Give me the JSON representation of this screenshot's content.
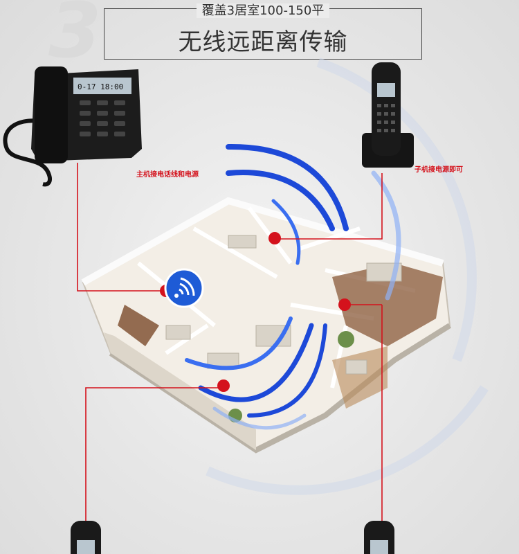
{
  "header": {
    "number": "3",
    "subtitle": "覆盖3居室100-150平",
    "title": "无线远距离传输"
  },
  "labels": {
    "base_phone": "主机接电话线和电源",
    "handset": "子机接电源即可"
  },
  "phone_display": {
    "base": "0-17 18:00"
  },
  "colors": {
    "accent": "#d4121c",
    "signal": "#1d49d8",
    "wifi_badge": "#1e5bd6"
  }
}
